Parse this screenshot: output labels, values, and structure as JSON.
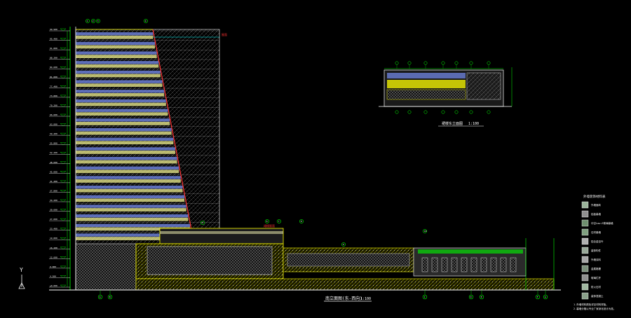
{
  "drawing": {
    "main_title": "南立面图(东-西向)",
    "main_scale": "1:100",
    "detail_title": "裙楼东立面图",
    "detail_scale": "1:100",
    "ucs_label": "Y",
    "tower_top_note": "屋面",
    "podium_roof_note": "裙楼屋面",
    "colors": {
      "background": "#000000",
      "line_white": "#ffffff",
      "line_yellow": "#ffff00",
      "line_green": "#00ff00",
      "line_red": "#ff3333",
      "glass_blue": "#6b7fd6",
      "line_cyan": "#00ffff"
    }
  },
  "legend": {
    "title": "外墙装饰材料表",
    "items": [
      {
        "label": "外墙面砖",
        "swatch": "#9ab39a"
      },
      {
        "label": "铝板幕墙",
        "swatch": "#8f8f8f"
      },
      {
        "label": "中空Low-E玻璃幕墙",
        "swatch": "#6f8f6f"
      },
      {
        "label": "石材幕墙",
        "swatch": "#7f9f7f"
      },
      {
        "label": "铝合金百叶",
        "swatch": "#b0b0b0"
      },
      {
        "label": "装饰构件",
        "swatch": "#98a898"
      },
      {
        "label": "外墙涂料",
        "swatch": "#a7a7a7"
      },
      {
        "label": "金属格栅",
        "swatch": "#7b8f7b"
      },
      {
        "label": "玻璃栏杆",
        "swatch": "#909090"
      },
      {
        "label": "防火石材",
        "swatch": "#a1b8a1"
      },
      {
        "label": "装饰混凝土",
        "swatch": "#8aa08a"
      }
    ],
    "notes": [
      "1.外墙材料颜色详见材料样板。",
      "2.幕墙分格以专业厂家深化设计为准。"
    ]
  },
  "grid_bubbles_top": [
    "1",
    "2",
    "3",
    "4",
    "5",
    "6",
    "7",
    "8",
    "9",
    "10"
  ],
  "grid_bubbles_bottom": [
    "A",
    "B",
    "C",
    "D",
    "E",
    "F",
    "G"
  ],
  "level_marks": [
    "99.900",
    "95.400",
    "91.800",
    "88.200",
    "84.600",
    "81.000",
    "77.400",
    "73.800",
    "70.200",
    "66.600",
    "63.000",
    "59.400",
    "55.800",
    "52.200",
    "48.600",
    "45.000",
    "41.400",
    "37.800",
    "34.200",
    "30.600",
    "27.000",
    "23.400",
    "19.800",
    "16.200",
    "12.600",
    "9.000",
    "4.500",
    "±0.000"
  ]
}
